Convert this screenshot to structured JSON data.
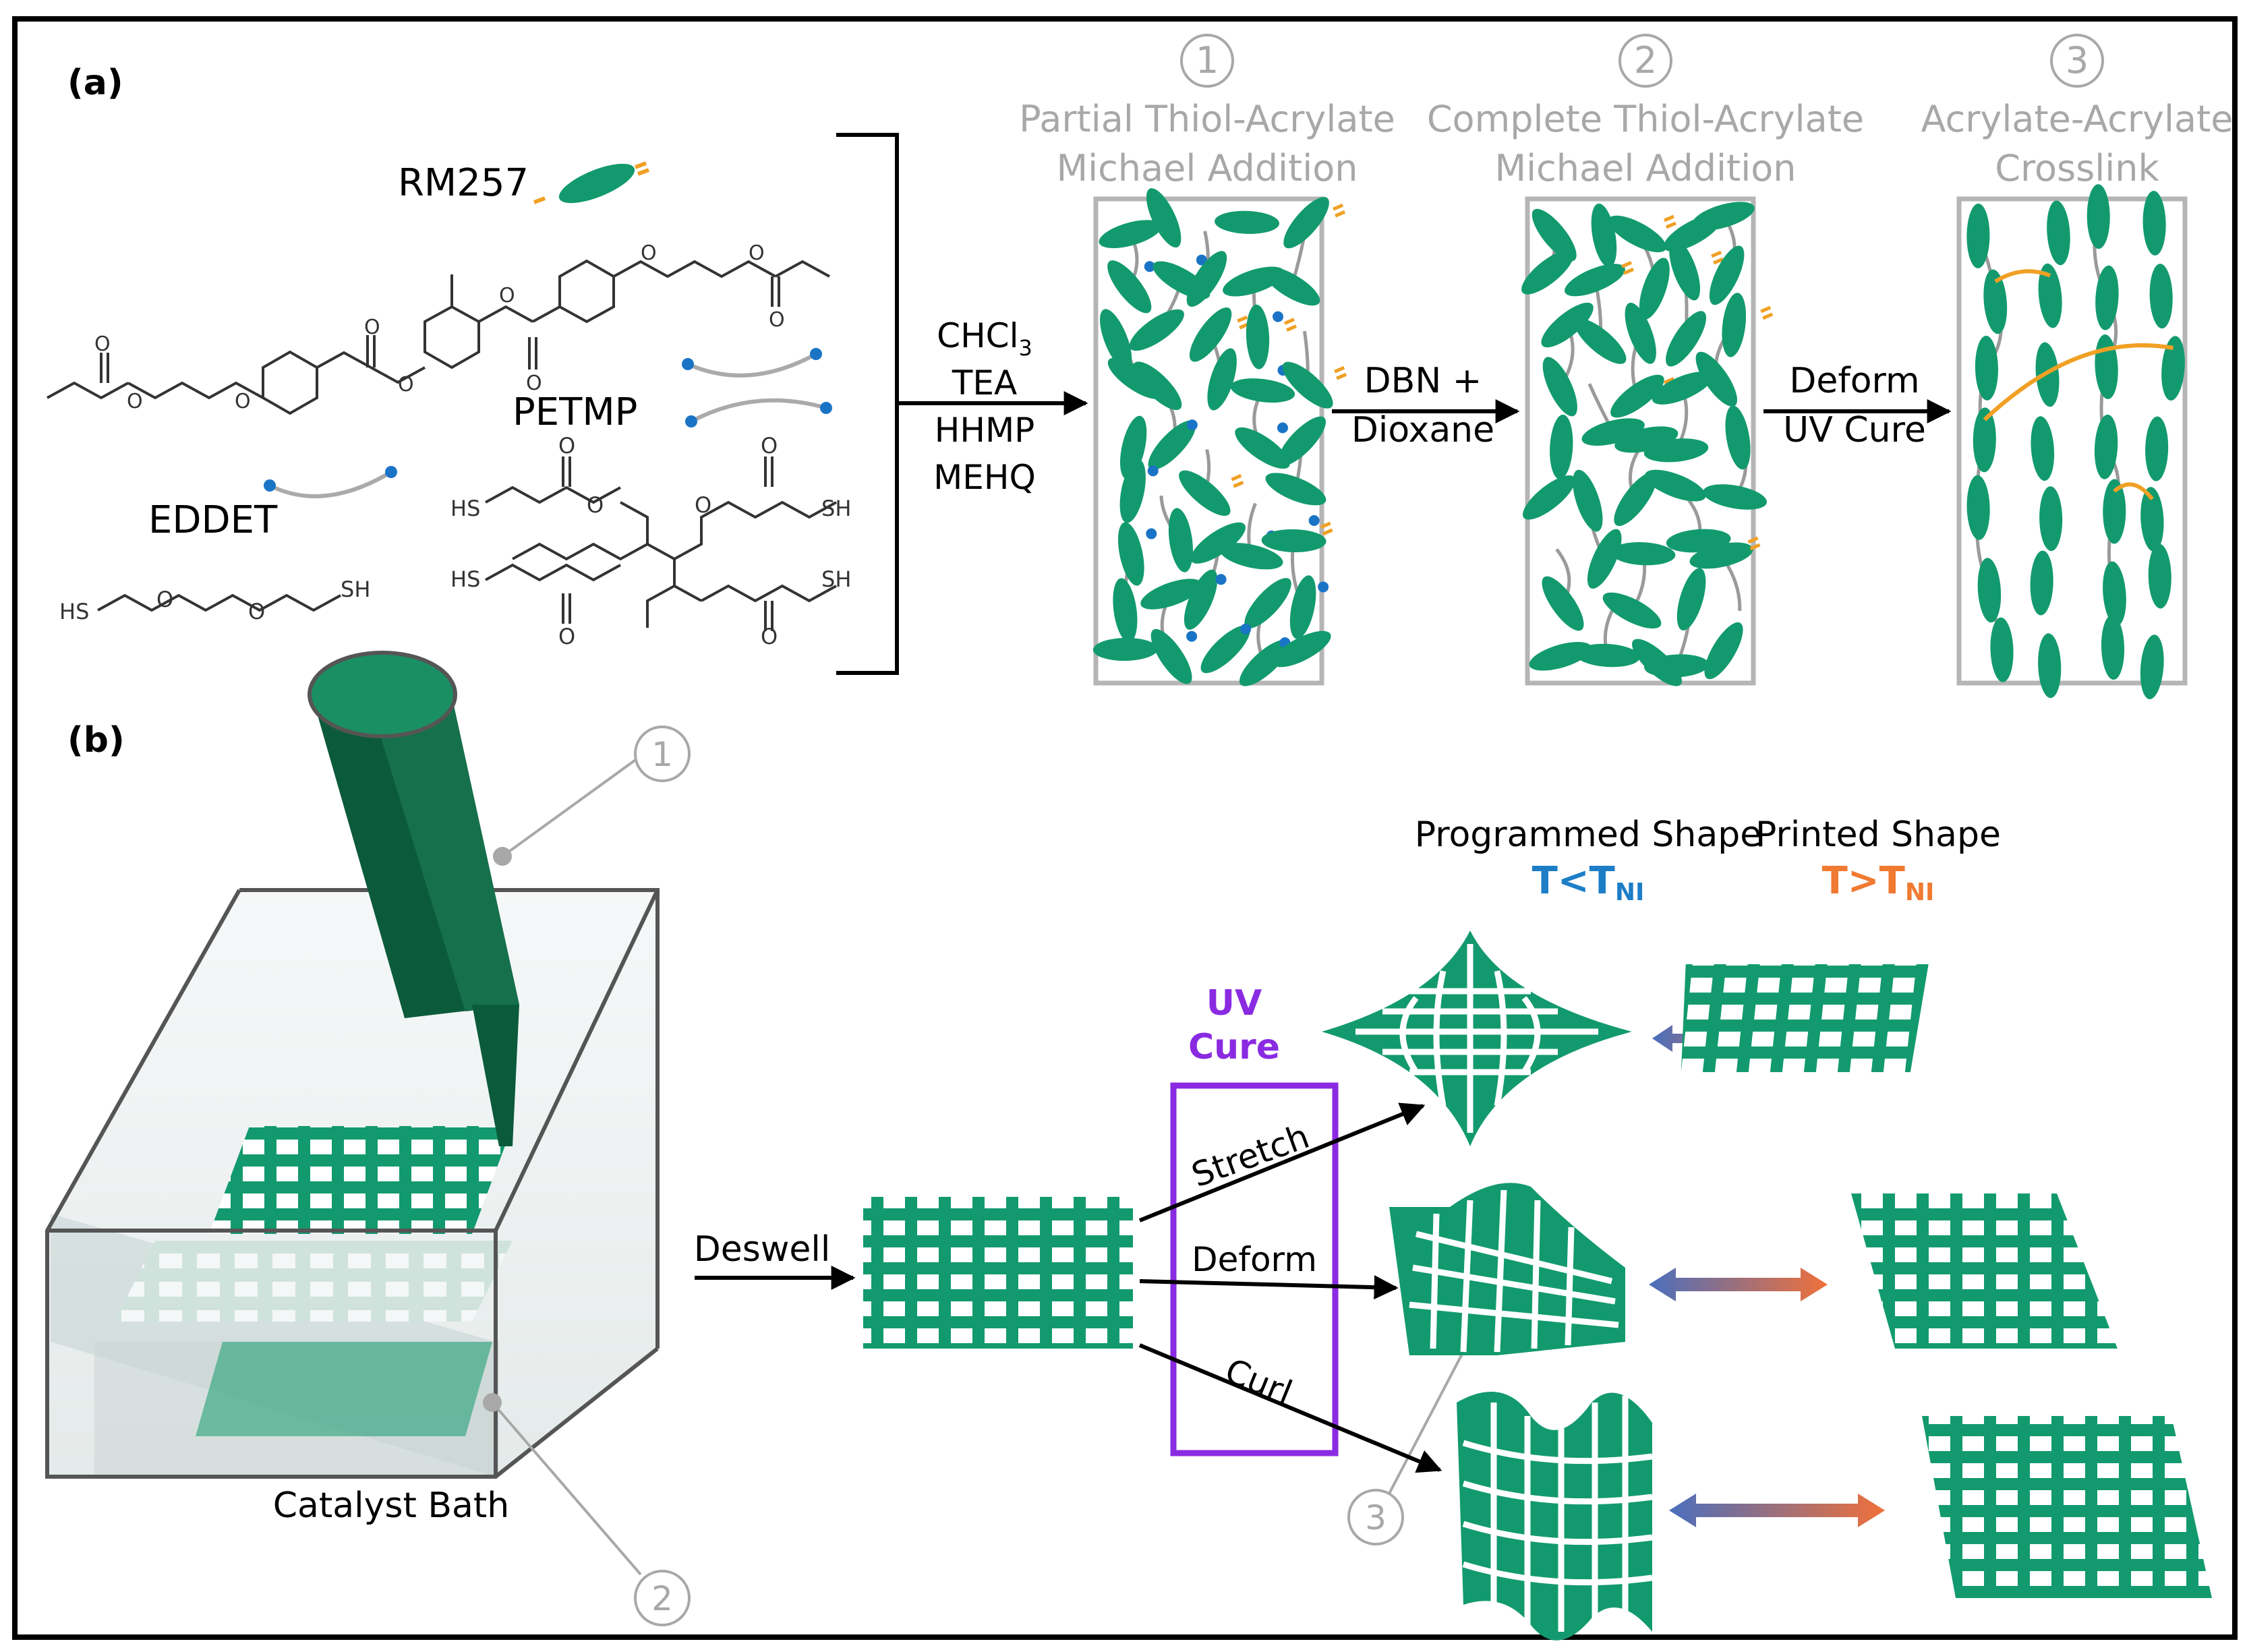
{
  "colors": {
    "green": "#129a6e",
    "dark_green": "#0c5a3c",
    "gray_text": "#a8a8a8",
    "frame_gray": "#b5b5b5",
    "orange": "#f0a024",
    "blue_dot": "#1a74c6",
    "purple": "#8a2be2",
    "t_blue": "#1d7ec6",
    "t_orange": "#f07a32"
  },
  "panel_a": {
    "label": "(a)",
    "molecules": {
      "rm257": "RM257",
      "petmp": "PETMP",
      "eddet": "EDDET",
      "sh": "SH",
      "hs": "HS",
      "o": "O"
    },
    "reagents": {
      "line1": "CHCl",
      "line1_sub": "3",
      "line2": "TEA",
      "line3": "HHMP",
      "line4": "MEHQ"
    },
    "steps": [
      {
        "num": "1",
        "line1": "Partial Thiol-Acrylate",
        "line2": "Michael Addition"
      },
      {
        "num": "2",
        "line1": "Complete Thiol-Acrylate",
        "line2": "Michael Addition"
      },
      {
        "num": "3",
        "line1": "Acrylate-Acrylate",
        "line2": "Crosslink"
      }
    ],
    "arrow1": {
      "line1": "DBN +",
      "line2": "Dioxane"
    },
    "arrow2": {
      "line1": "Deform",
      "line2": "UV Cure"
    }
  },
  "panel_b": {
    "label": "(b)",
    "callouts": [
      "1",
      "2",
      "3"
    ],
    "bath_label": "Catalyst Bath",
    "deswell": "Deswell",
    "uv_cure": {
      "line1": "UV",
      "line2": "Cure"
    },
    "paths": [
      "Stretch",
      "Deform",
      "Curl"
    ],
    "programmed": {
      "title": "Programmed Shape",
      "temp": "T<T",
      "temp_sub": "NI"
    },
    "printed": {
      "title": "Printed Shape",
      "temp": "T>T",
      "temp_sub": "NI"
    }
  }
}
